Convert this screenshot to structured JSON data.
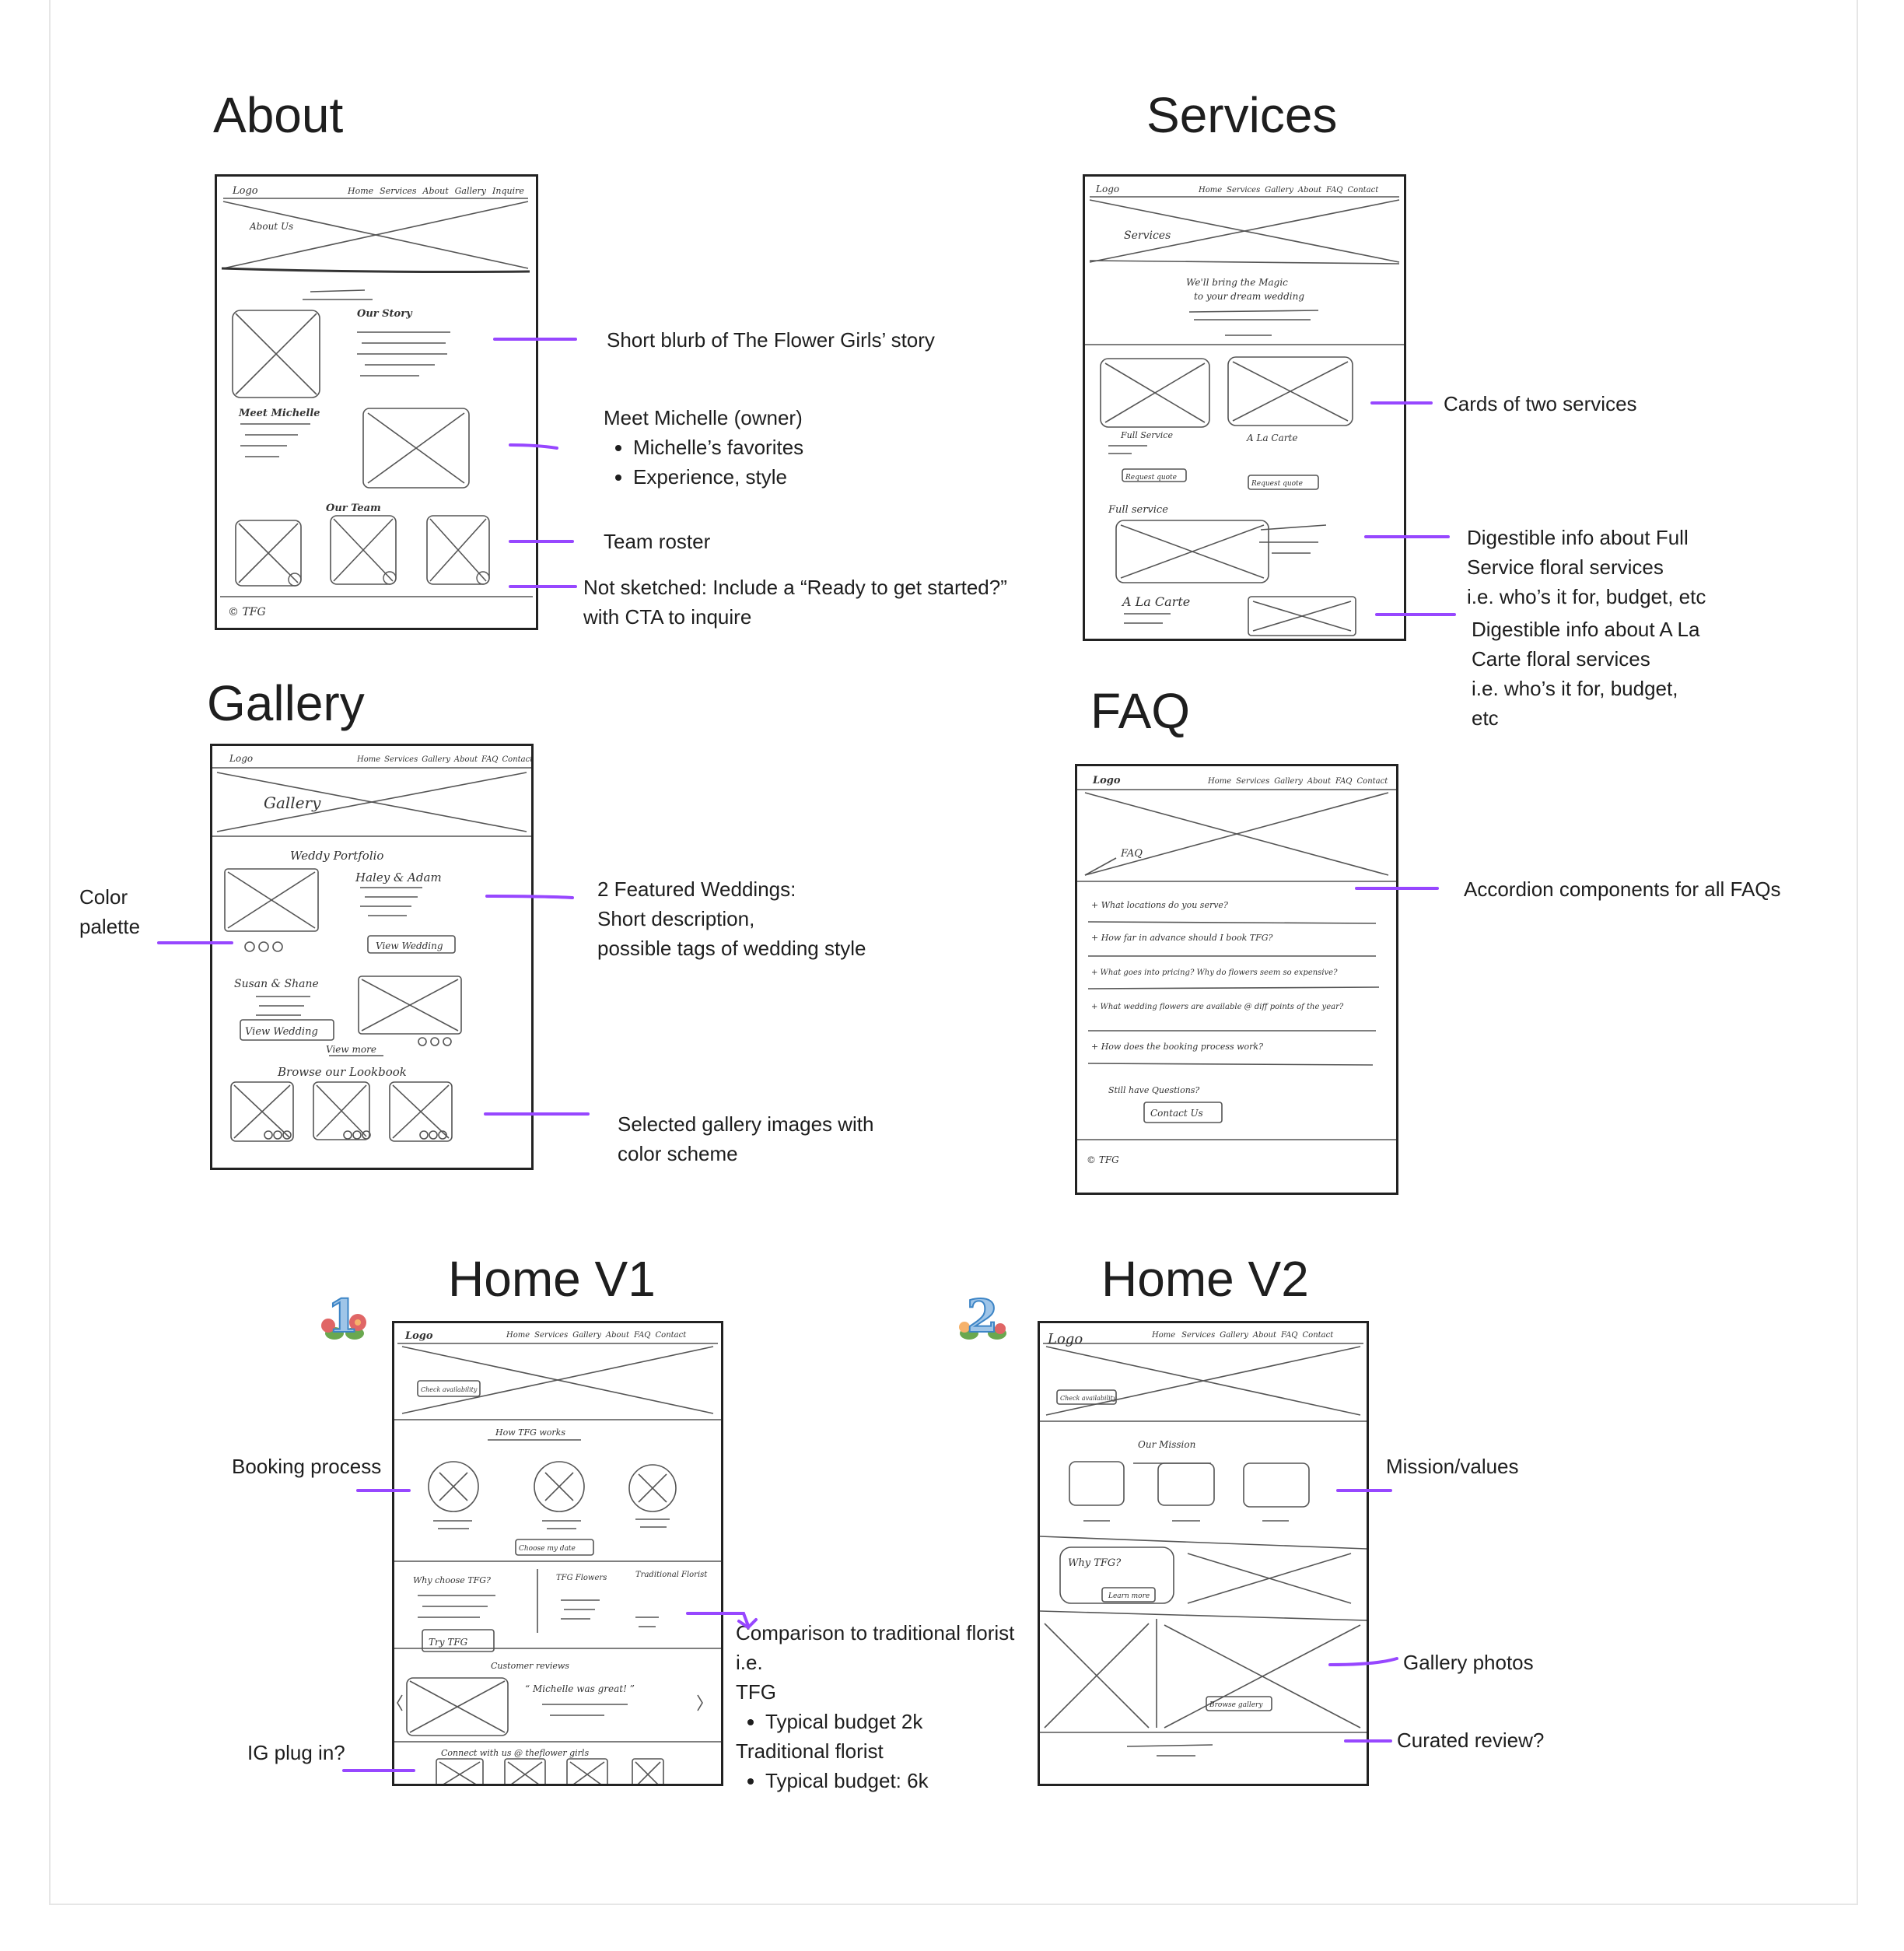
{
  "about": {
    "title": "About",
    "wire": {
      "logo": "Logo",
      "nav": [
        "Home",
        "Services",
        "About",
        "Gallery",
        "Inquire"
      ],
      "hero": "About Us",
      "story": "Our Story",
      "meet": "Meet Michelle",
      "team": "Our Team",
      "footer": "© TFG"
    },
    "notes": {
      "story": "Short blurb of The Flower Girls’ story",
      "meet_title": "Meet Michelle (owner)",
      "meet_items": [
        "Michelle’s favorites",
        "Experience, style"
      ],
      "team": "Team roster",
      "cta_1": "Not sketched: Include a “Ready to get started?”",
      "cta_2": "with CTA to inquire"
    }
  },
  "services": {
    "title": "Services",
    "wire": {
      "logo": "Logo",
      "nav": [
        "Home",
        "Services",
        "Gallery",
        "About",
        "FAQ",
        "Contact"
      ],
      "hero": "Services",
      "tagline_1": "We'll bring the Magic",
      "tagline_2": "to your dream wedding",
      "card1": "Full Service",
      "card2": "A La Carte",
      "quote": "Request quote",
      "sec1": "Full service",
      "sec2": "A La Carte"
    },
    "notes": {
      "cards": "Cards of two services",
      "full_1": "Digestible info about Full",
      "full_2": "Service floral services",
      "full_3": "i.e. who’s it for, budget, etc",
      "alc_1": "Digestible info about A La",
      "alc_2": "Carte floral services",
      "alc_3": "i.e. who’s it for, budget,",
      "alc_4": "etc"
    }
  },
  "gallery": {
    "title": "Gallery",
    "wire": {
      "logo": "Logo",
      "nav": [
        "Home",
        "Services",
        "Gallery",
        "About",
        "FAQ",
        "Contact"
      ],
      "hero": "Gallery",
      "portfolio": "Weddy Portfolio",
      "couple1": "Haley & Adam",
      "couple2": "Susan & Shane",
      "view": "View Wedding",
      "view_more": "View more",
      "lookbook": "Browse our Lookbook"
    },
    "notes": {
      "palette_1": "Color",
      "palette_2": "palette",
      "featured_1": "2 Featured Weddings:",
      "featured_2": "Short description,",
      "featured_3": "possible tags of wedding style",
      "selected_1": "Selected gallery images with",
      "selected_2": "color scheme"
    }
  },
  "faq": {
    "title": "FAQ",
    "wire": {
      "logo": "Logo",
      "nav": [
        "Home",
        "Services",
        "Gallery",
        "About",
        "FAQ",
        "Contact"
      ],
      "hero": "FAQ",
      "items": [
        "+ What locations do you serve?",
        "+ How far in advance should I book TFG?",
        "+ What goes into pricing? Why do flowers seem so expensive?",
        "+ What wedding flowers are available @ diff points of the year?",
        "+ How does the booking process work?"
      ],
      "still": "Still have Questions?",
      "contact": "Contact Us",
      "footer": "© TFG"
    },
    "notes": {
      "accordion": "Accordion components for all FAQs"
    }
  },
  "home_v1": {
    "title": "Home V1",
    "badge": "1",
    "wire": {
      "logo": "Logo",
      "nav": [
        "Home",
        "Services",
        "Gallery",
        "About",
        "FAQ",
        "Contact"
      ],
      "check": "Check availability",
      "how": "How TFG works",
      "choose": "Choose my date",
      "why": "Why choose TFG?",
      "try": "Try TFG",
      "tfg": "TFG Flowers",
      "trad": "Traditional Florist",
      "reviews": "Customer reviews",
      "quote": "“ Michelle was great! ”",
      "connect": "Connect with us @ theflower girls"
    },
    "notes": {
      "booking": "Booking process",
      "ig": "IG plug in?",
      "comp_1": "Comparison to traditional florist",
      "comp_2": "i.e.",
      "comp_3": "TFG",
      "comp_4": "Typical budget 2k",
      "comp_5": "Traditional florist",
      "comp_6": "Typical budget: 6k"
    }
  },
  "home_v2": {
    "title": "Home V2",
    "badge": "2",
    "wire": {
      "logo": "Logo",
      "nav": [
        "Home",
        "Services",
        "Gallery",
        "About",
        "FAQ",
        "Contact"
      ],
      "check": "Check availability",
      "mission": "Our Mission",
      "why": "Why TFG?",
      "learn": "Learn more",
      "browse": "Browse gallery"
    },
    "notes": {
      "mission": "Mission/values",
      "gallery": "Gallery photos",
      "review": "Curated review?"
    }
  },
  "colors": {
    "connector": "#9747ff",
    "stroke": "#222222",
    "sketch": "#555555"
  }
}
